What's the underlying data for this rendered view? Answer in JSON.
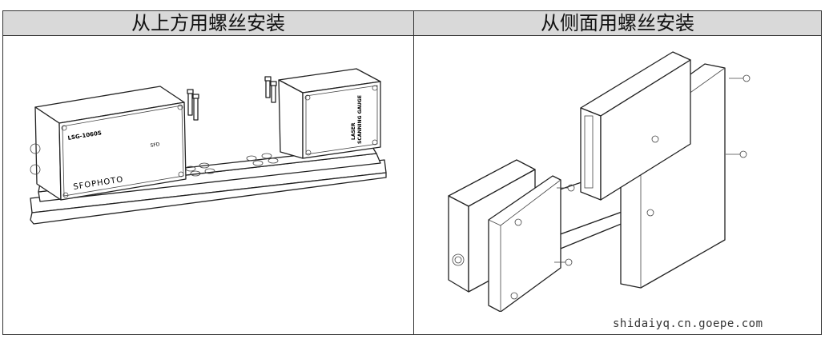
{
  "table": {
    "headers": [
      "从上方用螺丝安装",
      "从侧面用螺丝安装"
    ]
  },
  "drawing_left": {
    "model_label": "LSG-1060S",
    "sfd_label": "SFD",
    "brand_label": "SFOPHOTO",
    "gauge_label_1": "LASER",
    "gauge_label_2": "SCANNING GAUGE"
  },
  "watermark": "shidaiyq.cn.goepe.com"
}
